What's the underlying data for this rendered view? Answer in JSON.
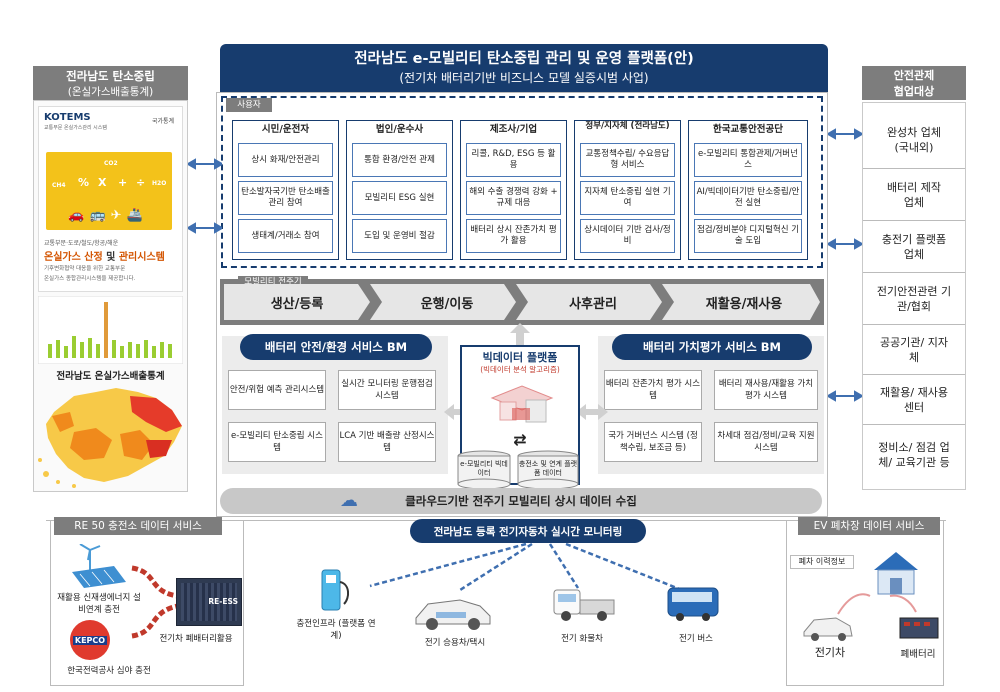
{
  "title": {
    "main": "전라남도 e-모빌리티 탄소중립 관리 및 운영 플랫폼(안)",
    "sub": "(전기차 배터리기반 비즈니스 모델 실증시범 사업)"
  },
  "left_panel": {
    "header_line1": "전라남도 탄소중립",
    "header_line2": "(온실가스배출통계)",
    "kotems_logo": "KOTEMS",
    "kotems_sub": "교통부문 온실가스관리 시스템",
    "kotems_tag": "국가통계",
    "banner_small": "교통부문·도로/철도/항공/해운",
    "banner_big_a": "온실가스 산정",
    "banner_big_b": " 및 ",
    "banner_big_c": "관리시스템",
    "banner_desc1": "기후변화협약 대응을 위한 교통부문",
    "banner_desc2": "온실가스 종합관리시스템을 제공합니다.",
    "chart_caption": "전라남도 온실가스배출통계",
    "formula_symbols": [
      "CO2",
      "CH4",
      "H2O",
      "%",
      "X",
      "+",
      "÷"
    ]
  },
  "users": {
    "label": "사용자",
    "columns": [
      {
        "title": "시민/운전자",
        "items": [
          "상시 화재/안전관리",
          "탄소발자국기반 탄소배출관리 참여",
          "생태계/거래소 참여"
        ]
      },
      {
        "title": "법인/운수사",
        "items": [
          "통합 환경/안전 관제",
          "모빌리티 ESG 실현",
          "도입 및 운영비 절감"
        ]
      },
      {
        "title": "제조사/기업",
        "items": [
          "리콜, R&D, ESG 등 활용",
          "해외 수출 경쟁력 강화 + 규제 대응",
          "배터리 상시 잔존가치 평가 활용"
        ]
      },
      {
        "title": "정부/지자체 (전라남도)",
        "items": [
          "교통정책수립/ 수요응답형 서비스",
          "지자체 탄소중립 실현 기여",
          "상시데이터 기반 검사/정비"
        ]
      },
      {
        "title": "한국교통안전공단",
        "items": [
          "e-모빌리티 통합관제/거버넌스",
          "AI/빅데이터기반 탄소중립/안전 실현",
          "점검/정비분야 디지털혁신 기술 도입"
        ]
      }
    ]
  },
  "lifecycle": {
    "label": "모빌리티 전주기",
    "stages": [
      "생산/등록",
      "운행/이동",
      "사후관리",
      "재활용/재사용"
    ]
  },
  "bm_left": {
    "title": "배터리 안전/환경 서비스 BM",
    "boxes": [
      "안전/위험 예측 관리시스템",
      "실시간 모니터링 운행점검시스템",
      "e-모빌리티 탄소중립 시스템",
      "LCA 기반 배출량 산정시스템"
    ]
  },
  "bm_right": {
    "title": "배터리 가치평가 서비스 BM",
    "boxes": [
      "배터리 잔존가치 평가 시스템",
      "배터리 재사용/재활용 가치 평가 시스템",
      "국가 거버넌스 시스템 (정책수립, 보조금 등)",
      "차세대 점검/정비/교육 지원 시스템"
    ]
  },
  "bigdata": {
    "title": "빅데이터 플랫폼",
    "subtitle": "(빅데이터 분석 알고리즘)",
    "db_left": "e-모빌리티 빅데이터",
    "db_right": "충전소 및 연계 플랫폼 데이터"
  },
  "cloud_bar": "클라우드기반 전주기 모빌리티 상시 데이터 수집",
  "right_panel": {
    "header_line1": "안전관제",
    "header_line2": "협업대상",
    "items": [
      "완성차 업체 (국내외)",
      "배터리 제작업체",
      "충전기 플랫폼업체",
      "전기안전관련 기관/협회",
      "공공기관/ 지자체",
      "재활용/ 재사용센터",
      "정비소/ 점검 업체/ 교육기관 등"
    ]
  },
  "re50": {
    "title": "RE 50 충전소 데이터 서비스",
    "solar_label": "재활용 신재생에너지 설비연계 충전",
    "kepco_logo": "KEPCO",
    "kepco_label": "한국전력공사 심야 충전",
    "ess_label": "RE-ESS",
    "ess_caption": "전기차 폐배터리활용"
  },
  "monitoring": {
    "title": "전라남도 등록 전기자동차 실시간 모니터링",
    "charger_label": "충전인프라 (플랫폼 연계)",
    "vehicles": [
      "전기 승용차/택시",
      "전기 화물차",
      "전기 버스"
    ]
  },
  "ev_scrap": {
    "title": "EV 폐차장 데이터 서비스",
    "history_label": "폐차 이력정보",
    "car_label": "전기차",
    "battery_label": "폐배터리"
  },
  "colors": {
    "navy": "#173c6e",
    "gray": "#7d7d7d",
    "accent_blue": "#3f6fb0",
    "light_gray": "#d9d9d9"
  }
}
